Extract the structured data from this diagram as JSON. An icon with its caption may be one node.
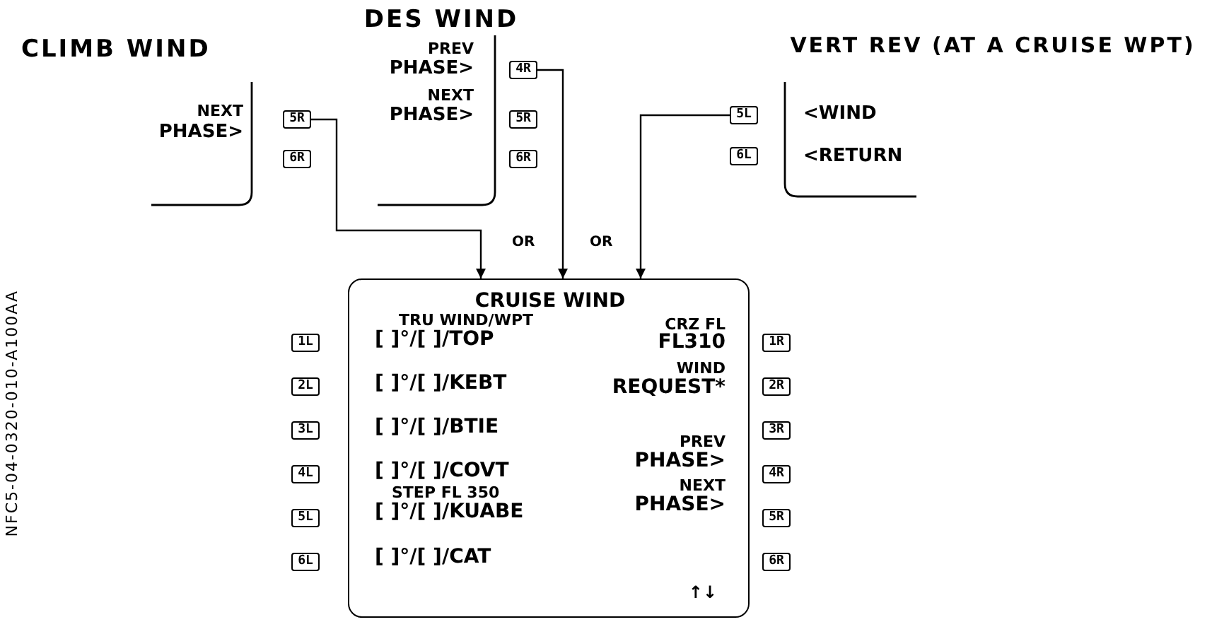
{
  "diagram": {
    "nodes": [
      {
        "text": [
          "CLIMB WIND",
          "NEXT",
          "PHASE>"
        ]
      },
      {
        "text": [
          "5R"
        ]
      },
      {
        "text": [
          "6R"
        ]
      },
      {
        "text": [
          "DES WIND",
          "PREV",
          "PHASE>",
          "NEXT",
          "PHASE>"
        ]
      },
      {
        "text": [
          "4R"
        ]
      },
      {
        "text": [
          "5R"
        ]
      },
      {
        "text": [
          "6R"
        ]
      },
      {
        "text": [
          "VERT REV (AT A CRUISE WPT)",
          "<WIND",
          "<RETURN"
        ]
      },
      {
        "text": [
          "5L"
        ]
      },
      {
        "text": [
          "6L"
        ]
      },
      {
        "text": [
          "CRUISE WIND",
          "TRU WIND/WPT",
          "[ ]°/[ ]/TOP",
          "[ ]°/[ ]/KEBT",
          "[ ]°/[ ]/BTIE",
          "[ ]°/[ ]/COVT",
          "STEP FL 350",
          "[ ]°/[ ]/KUABE",
          "[ ]°/[ ]/CAT",
          "CRZ FL",
          "FL310",
          "WIND",
          "REQUEST*",
          "PREV",
          "PHASE>",
          "NEXT",
          "PHASE>",
          "↑↓"
        ]
      },
      {
        "text": [
          "1L"
        ]
      },
      {
        "text": [
          "2L"
        ]
      },
      {
        "text": [
          "3L"
        ]
      },
      {
        "text": [
          "4L"
        ]
      },
      {
        "text": [
          "5L"
        ]
      },
      {
        "text": [
          "6L"
        ]
      },
      {
        "text": [
          "1R"
        ]
      },
      {
        "text": [
          "2R"
        ]
      },
      {
        "text": [
          "3R"
        ]
      },
      {
        "text": [
          "4R"
        ]
      },
      {
        "text": [
          "5R"
        ]
      },
      {
        "text": [
          "6R"
        ]
      }
    ],
    "edges": [
      {
        "from": 1,
        "to": 10,
        "arrow": "to"
      },
      {
        "from": 4,
        "to": 10,
        "arrow": "to"
      },
      {
        "from": 8,
        "to": 10,
        "arrow": "to"
      }
    ],
    "labels": [
      "OR",
      "OR",
      "NFC5-04-0320-010-A100AA"
    ]
  }
}
